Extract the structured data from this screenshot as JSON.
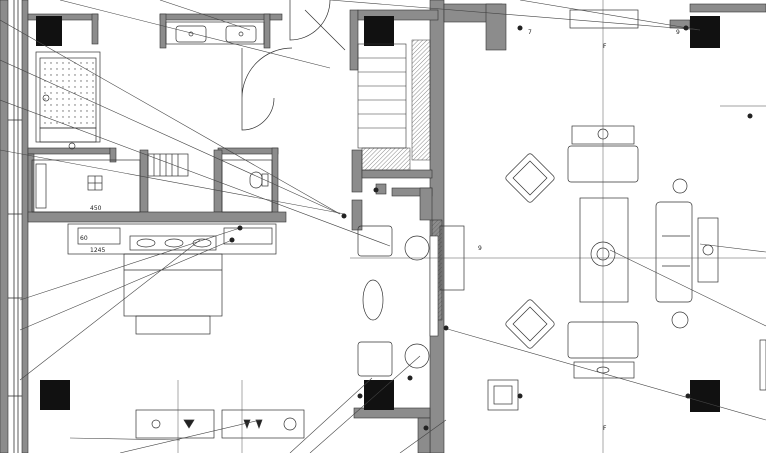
{
  "drawing": {
    "labels": {
      "dim_a": "60",
      "dim_b": "1245",
      "tag_top": "7",
      "tag_right": "9",
      "tag_mid": "9",
      "tag_f1": "F",
      "tag_f2": "F",
      "wall_note": "450"
    }
  }
}
